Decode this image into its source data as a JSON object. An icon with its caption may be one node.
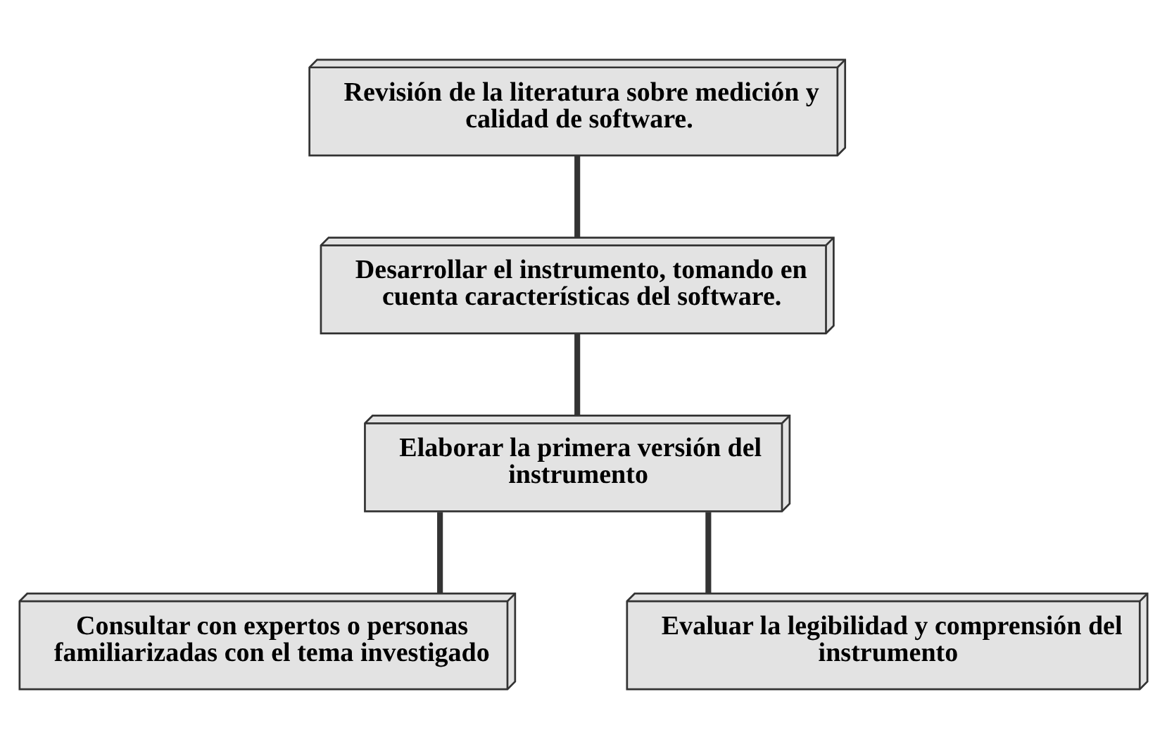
{
  "diagram": {
    "nodes": [
      {
        "text": [
          "Revisión de la literatura sobre medición y calidad de software."
        ]
      },
      {
        "text": [
          "Desarrollar el instrumento, tomando en cuenta características del software."
        ]
      },
      {
        "text": [
          "Elaborar la primera versión del instrumento"
        ]
      },
      {
        "text": [
          "Consultar con expertos o personas familiarizadas con el tema investigado"
        ]
      },
      {
        "text": [
          "Evaluar la legibilidad y comprensión del instrumento"
        ]
      }
    ],
    "edges": [
      {
        "from": 0,
        "to": 1,
        "arrow": "none"
      },
      {
        "from": 1,
        "to": 2,
        "arrow": "none"
      },
      {
        "from": 2,
        "to": 3,
        "arrow": "none"
      },
      {
        "from": 2,
        "to": 4,
        "arrow": "none"
      }
    ]
  }
}
